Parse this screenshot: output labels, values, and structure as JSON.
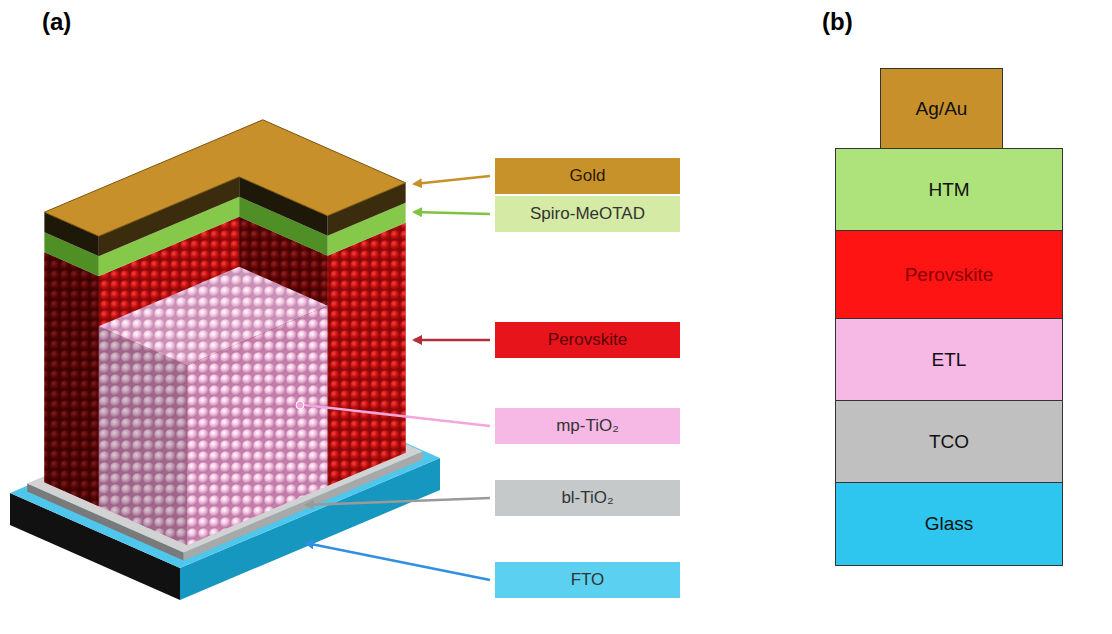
{
  "diagram": {
    "nodes": [
      {
        "text": [
          "Gold"
        ]
      },
      {
        "text": [
          "Spiro-MeOTAD"
        ]
      },
      {
        "text": [
          "Perovskite"
        ]
      },
      {
        "text": [
          "mp-TiO₂"
        ]
      },
      {
        "text": [
          "bl-TiO₂"
        ]
      },
      {
        "text": [
          "FTO"
        ]
      },
      {
        "text": [
          "Ag/Au"
        ]
      },
      {
        "text": [
          "HTM"
        ]
      },
      {
        "text": [
          "Perovskite"
        ]
      },
      {
        "text": [
          "ETL"
        ]
      },
      {
        "text": [
          "TCO"
        ]
      },
      {
        "text": [
          "Glass"
        ]
      }
    ],
    "labels": [
      "(a)",
      "(b)"
    ]
  }
}
